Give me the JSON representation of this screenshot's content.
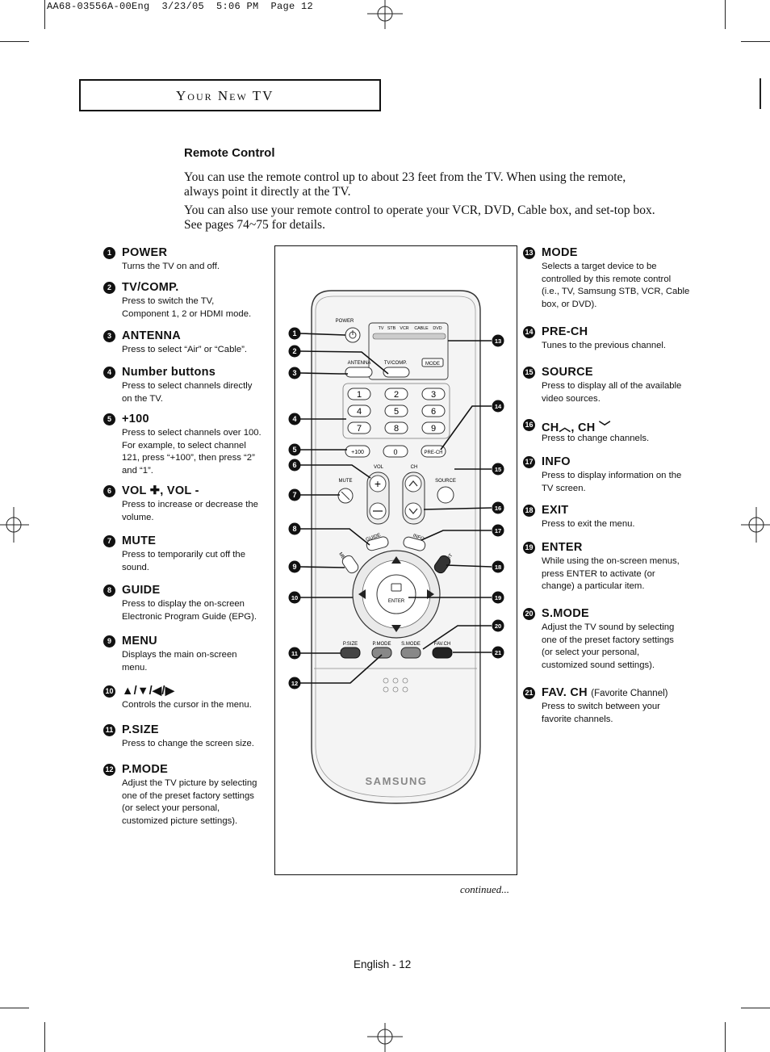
{
  "print_header": "AA68-03556A-00Eng  3/23/05  5:06 PM  Page 12",
  "section_title": "Your New TV",
  "heading": "Remote Control",
  "intro": [
    "You can use the remote control up to about 23 feet from the TV. When using the remote, always point it directly at the TV.",
    "You can also use your remote control to operate your VCR, DVD, Cable box, and set-top box. See pages 74~75 for details."
  ],
  "left_items": [
    {
      "num": "1",
      "title": "POWER",
      "desc": "Turns the TV on and off."
    },
    {
      "num": "2",
      "title": "TV/COMP.",
      "desc": "Press to switch the TV,\nComponent 1, 2 or HDMI mode."
    },
    {
      "num": "3",
      "title": "ANTENNA",
      "desc": "Press to select “Air” or “Cable”."
    },
    {
      "num": "4",
      "title": "Number buttons",
      "desc": "Press to select channels directly\non the TV."
    },
    {
      "num": "5",
      "title": "+100",
      "desc": "Press to select channels over 100.\nFor example, to select channel\n121, press “+100”, then press “2”\nand “1”."
    },
    {
      "num": "6",
      "title": "VOL ✚, VOL ‑",
      "desc": "Press to increase or decrease the\nvolume."
    },
    {
      "num": "7",
      "title": "MUTE",
      "desc": "Press to temporarily cut off the\nsound."
    },
    {
      "num": "8",
      "title": "GUIDE",
      "desc": "Press to display the on-screen\nElectronic Program Guide (EPG)."
    },
    {
      "num": "9",
      "title": "MENU",
      "desc": "Displays the main on-screen\nmenu."
    },
    {
      "num": "10",
      "title": "▲/▼/◀/▶",
      "desc": "Controls the cursor in the menu."
    },
    {
      "num": "11",
      "title": "P.SIZE",
      "desc": "Press to change the screen size."
    },
    {
      "num": "12",
      "title": "P.MODE",
      "desc": "Adjust the TV picture by selecting\none of the preset factory settings\n(or select your personal,\ncustomized picture settings)."
    }
  ],
  "right_items": [
    {
      "num": "13",
      "title": "MODE",
      "note": "",
      "desc": "Selects a target device to be\ncontrolled by this remote control\n(i.e., TV, Samsung STB, VCR, Cable\nbox, or DVD)."
    },
    {
      "num": "14",
      "title": "PRE-CH",
      "note": "",
      "desc": "Tunes to the previous channel."
    },
    {
      "num": "15",
      "title": "SOURCE",
      "note": "",
      "desc": "Press to display all of the available\nvideo sources."
    },
    {
      "num": "16",
      "title": "CH︿, CH ﹀",
      "note": "",
      "desc": "Press to change channels."
    },
    {
      "num": "17",
      "title": "INFO",
      "note": "",
      "desc": "Press to display information on the\nTV screen."
    },
    {
      "num": "18",
      "title": "EXIT",
      "note": "",
      "desc": "Press to exit the menu."
    },
    {
      "num": "19",
      "title": "ENTER",
      "note": "",
      "desc": "While using the on-screen menus,\npress ENTER to activate (or\nchange) a particular item."
    },
    {
      "num": "20",
      "title": "S.MODE",
      "note": "",
      "desc": "Adjust the TV sound by selecting\none of the preset factory settings\n(or select your personal,\ncustomized sound settings)."
    },
    {
      "num": "21",
      "title": "FAV. CH",
      "note": "(Favorite Channel)",
      "desc": "Press to switch between your\nfavorite channels."
    }
  ],
  "remote": {
    "power": "POWER",
    "modes": [
      "TV",
      "STB",
      "VCR",
      "CABLE",
      "DVD"
    ],
    "antenna": "ANTENNA",
    "tvcomp": "TV/COMP.",
    "mode": "MODE",
    "digits": [
      "1",
      "2",
      "3",
      "4",
      "5",
      "6",
      "7",
      "8",
      "9"
    ],
    "plus100": "+100",
    "zero": "0",
    "prech": "PRE-CH",
    "vol": "VOL",
    "ch": "CH",
    "mute": "MUTE",
    "source": "SOURCE",
    "guide": "GUIDE",
    "info": "INFO",
    "menu": "MENU",
    "exit": "EXIT",
    "enter": "ENTER",
    "psize": "P.SIZE",
    "pmode": "P.MODE",
    "smode": "S.MODE",
    "favch": "FAV.CH",
    "brand": "SAMSUNG",
    "callouts": [
      "1",
      "2",
      "3",
      "4",
      "5",
      "6",
      "7",
      "8",
      "9",
      "10",
      "11",
      "12",
      "13",
      "14",
      "15",
      "16",
      "17",
      "18",
      "19",
      "20",
      "21"
    ]
  },
  "continued": "continued...",
  "folio": "English - 12"
}
